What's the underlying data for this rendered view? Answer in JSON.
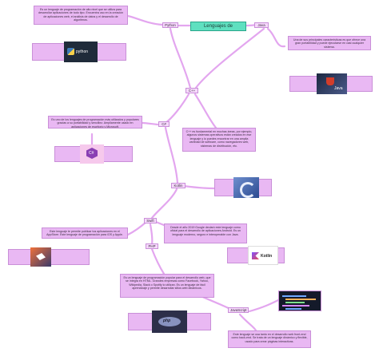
{
  "title": "Lenguajes de programación",
  "nodes": {
    "python": "Python",
    "java": "Java",
    "cpp": "C++",
    "csharp": "C#",
    "kotlin": "Kotlin",
    "swift": "Swift",
    "php": "PHP",
    "javascript": "JavaScript"
  },
  "descriptions": {
    "python": "Es un lenguaje de programación de alto nivel que se utiliza para desarrollar aplicaciones de todo tipo. Encuentra uso en la creación de aplicaciones web, el análisis de datos y el desarrollo de algoritmos.",
    "java": "Una de sus principales características es que ofrece una gran portabilidad y puede ejecutarse en casi cualquier sistema.",
    "csharp": "Es uno de los lenguajes de programación más utilizados y populares gracias a su portabilidad y sencillez. Ampliamente usado en aplicaciones de escritorio y Microsoft.",
    "cpp": "C++ es fundamental en muchas áreas, por ejemplo, algunos sistemas operativos están creados en ese lenguaje y lo puedes encontrar en una amplia variedad de software, como navegadores web, sistemas de distribución, etc.",
    "swift": "Este lenguaje te permite publicar tus aplicaciones en el AppStore. Este lenguaje de programación para iOS y Apple.",
    "kotlin": "Desde el año 2019 Google declaró este lenguaje como oficial para el desarrollo de aplicaciones Android. Es un lenguaje moderno, seguro e interoperable con Java.",
    "php": "Es un lenguaje de programación popular para el desarrollo web, que se integra en HTML. Grandes empresas como Facebook, Yahoo, Wikipedia, Slack o Spotify lo utilizan. Es un lenguaje de fácil aprendizaje y permite desarrollar sitios web dinámicos.",
    "javascript": "Este lenguaje se usa tanto en el desarrollo web front-end como back-end. Se trata de un lenguaje dinámico y flexible, usado para crear páginas interactivas."
  },
  "image_labels": {
    "python": "python",
    "java": "Java",
    "csharp": "C#",
    "kotlin": "Kotlin",
    "php": "php"
  },
  "colors": {
    "box_fill": "#e9b8f3",
    "title_fill": "#5fe0c0",
    "connector": "#e3a6ef"
  }
}
